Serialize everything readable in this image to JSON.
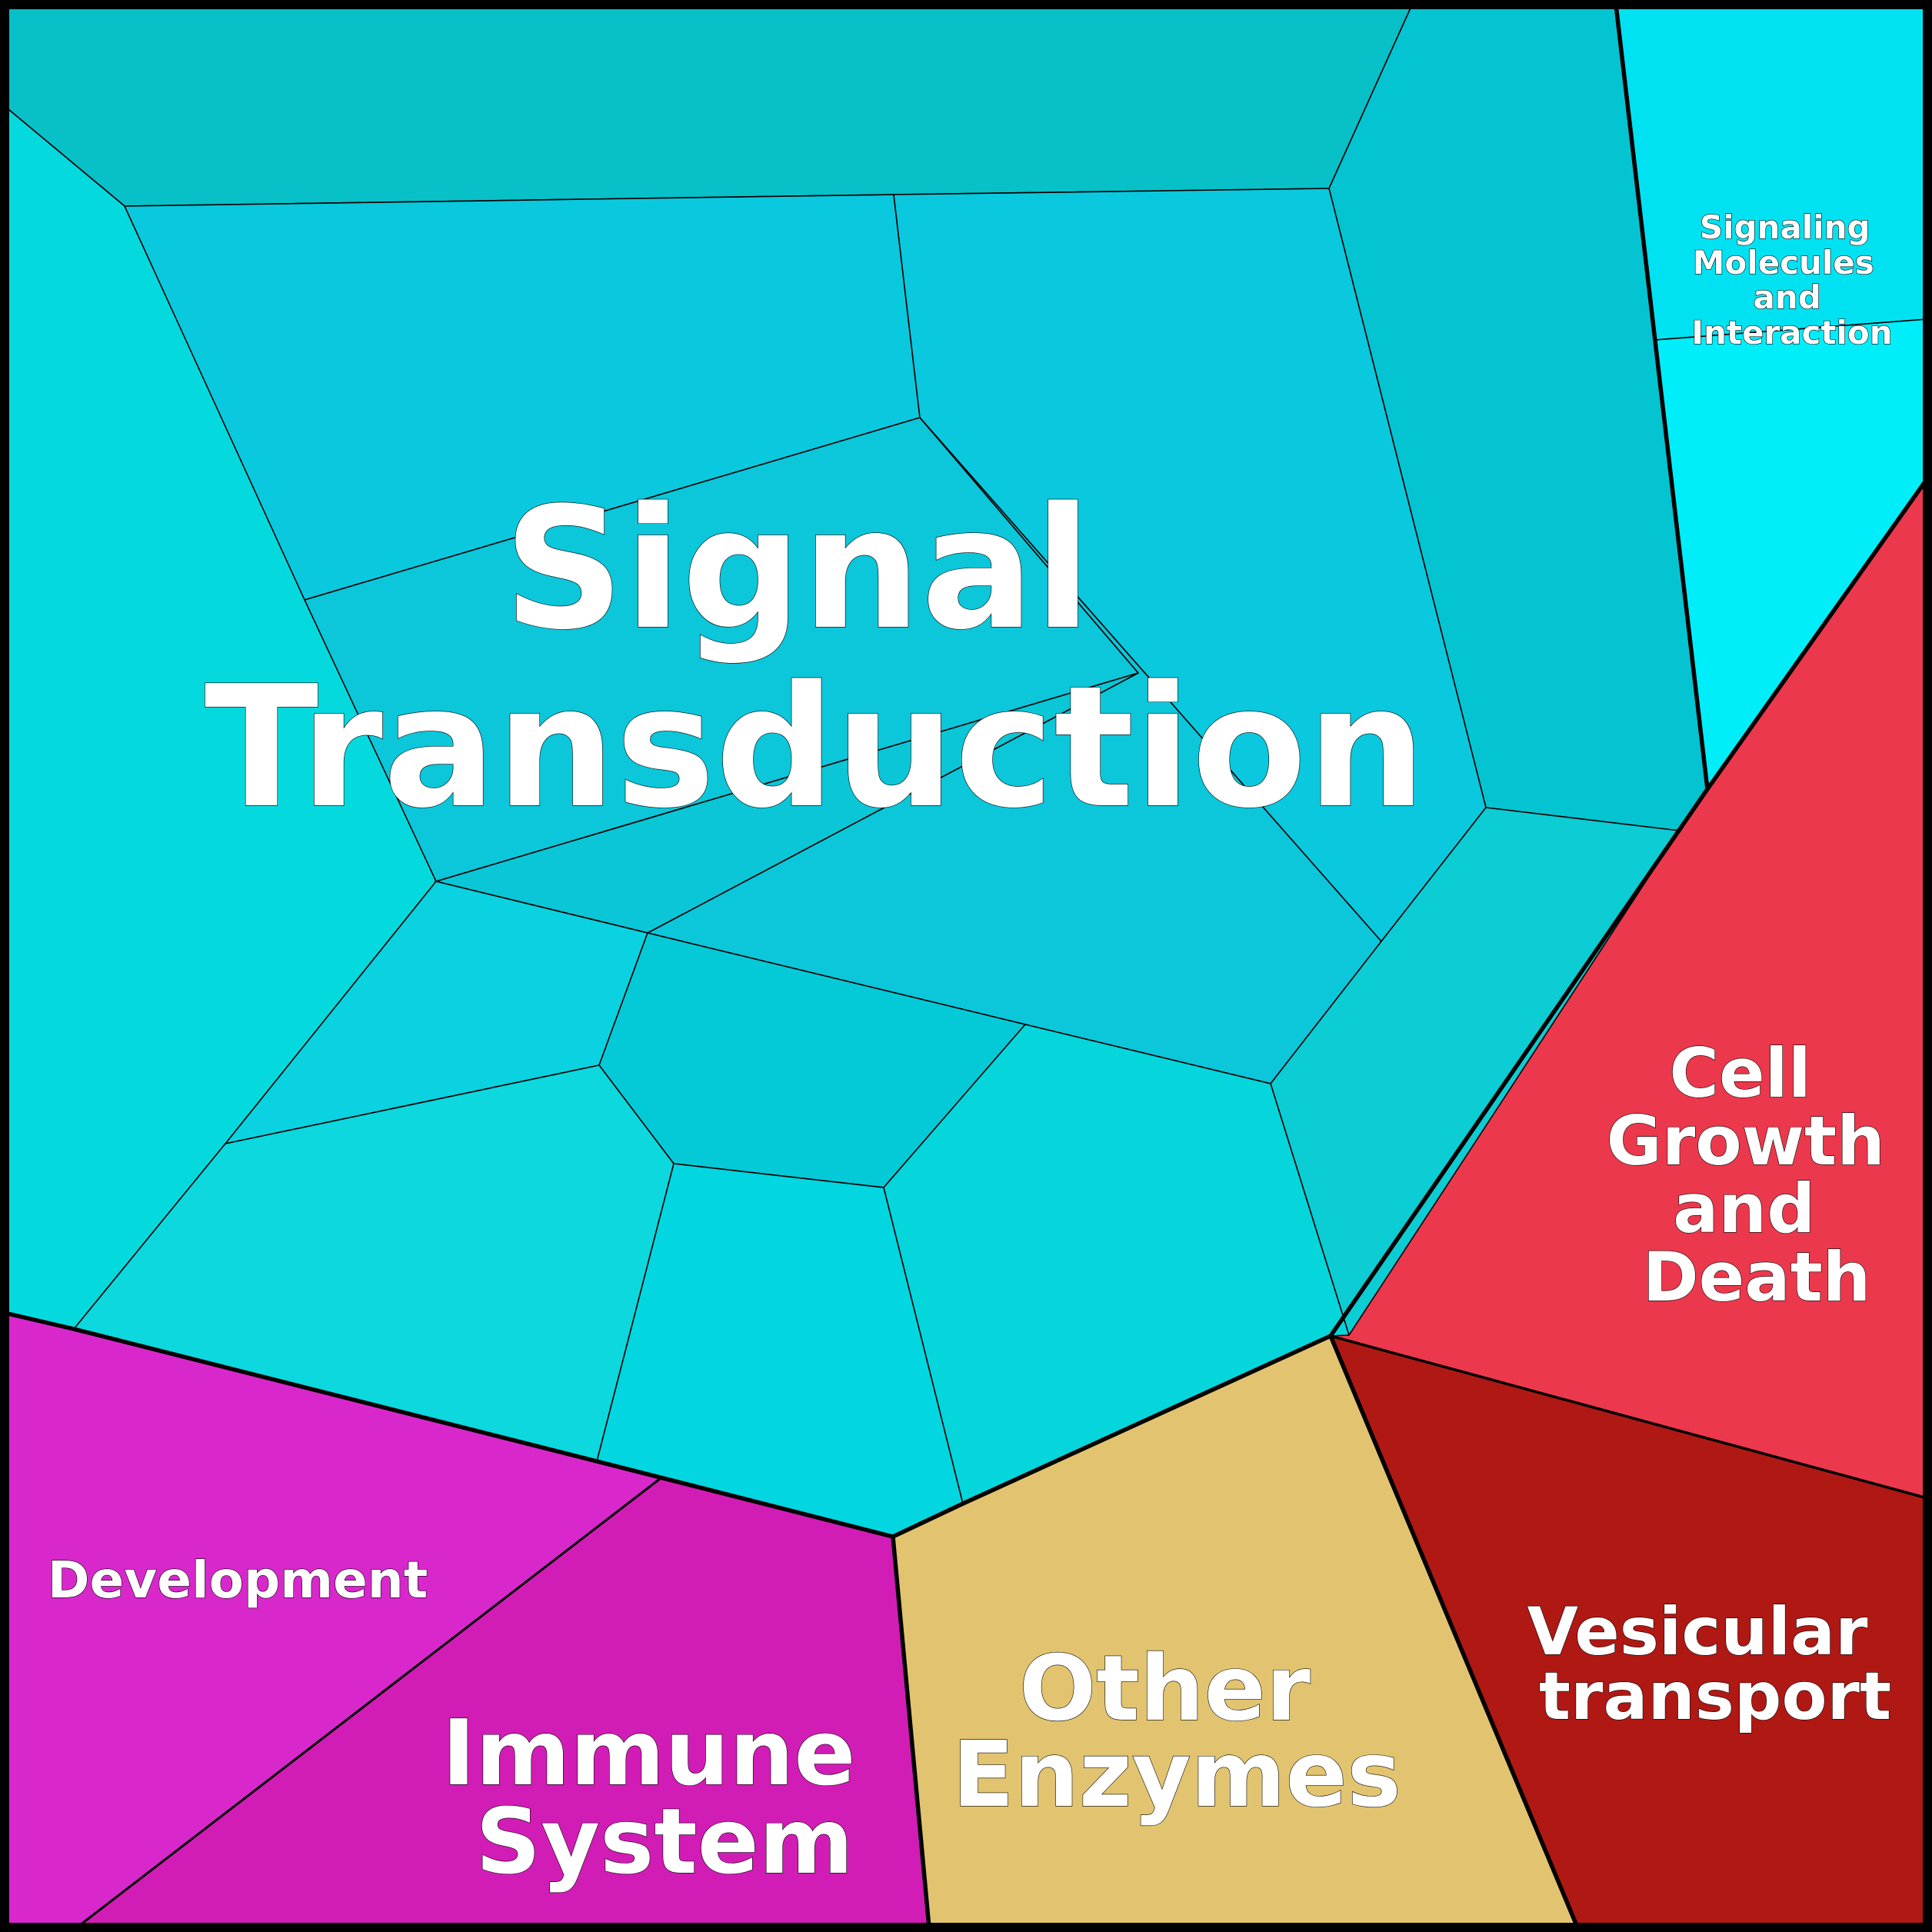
{
  "groups": [
    {
      "label": [
        "Signal",
        "Transduction"
      ],
      "color": "#00d2dc",
      "subcells": [
        {
          "color": "#08c0c8"
        },
        {
          "color": "#04c4d2"
        },
        {
          "color": "#04dade"
        },
        {
          "color": "#0ac8de"
        },
        {
          "color": "#0ac8de"
        },
        {
          "color": "#0cc6da"
        },
        {
          "color": "#0cc6da"
        },
        {
          "color": "#0ac6d6"
        },
        {
          "color": "#0cccd4"
        },
        {
          "color": "#0ad2e0"
        },
        {
          "color": "#04cad8"
        },
        {
          "color": "#0cd8de"
        },
        {
          "color": "#02d6e0"
        },
        {
          "color": "#04d6dc"
        }
      ]
    },
    {
      "label": [
        "Signaling",
        "Molecules",
        "and",
        "Interaction"
      ],
      "color": "#00eefa",
      "subcells": [
        {
          "color": "#00e2f2"
        },
        {
          "color": "#00eefa"
        }
      ]
    },
    {
      "label": [
        "Cell",
        "Growth",
        "and",
        "Death"
      ],
      "color": "#ec384c"
    },
    {
      "label": [
        "Vesicular",
        "transport"
      ],
      "color": "#b01814"
    },
    {
      "label": [
        "Other",
        "Enzymes"
      ],
      "color": "#e2c470"
    },
    {
      "label": [
        "Immune",
        "System"
      ],
      "color": "#d21cb6"
    },
    {
      "label": [
        "Development"
      ],
      "color": "#d828cc"
    }
  ]
}
